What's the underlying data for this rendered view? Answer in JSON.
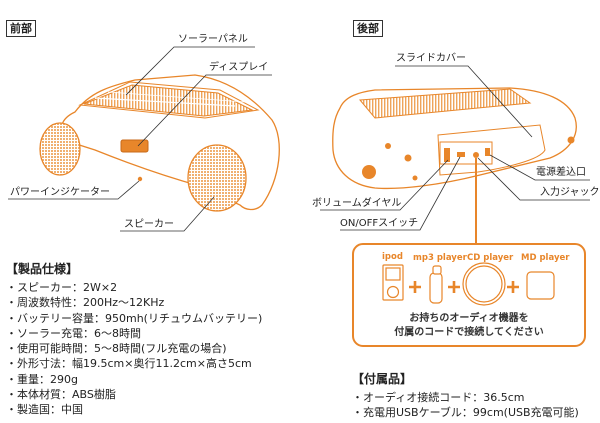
{
  "front": {
    "tag": "前部",
    "labels": {
      "solar_panel": "ソーラーパネル",
      "display": "ディスプレイ",
      "power_indicator": "パワーインジケーター",
      "speaker": "スピーカー"
    }
  },
  "back": {
    "tag": "後部",
    "labels": {
      "slide_cover": "スライドカバー",
      "power_inlet": "電源差込口",
      "input_jack": "入力ジャック",
      "volume_dial": "ボリュームダイヤル",
      "on_off_switch": "ON/OFFスイッチ"
    }
  },
  "compat_box": {
    "devices": [
      "ipod",
      "mp3 player",
      "CD player",
      "MD player"
    ],
    "plus": "+",
    "message_line1": "お持ちのオーディオ機器を",
    "message_line2": "付属のコードで接続してください"
  },
  "specs": {
    "title": "【製品仕様】",
    "items": [
      "・スピーカー：2W×2",
      "・周波数特性：200Hz〜12KHz",
      "・バッテリー容量：950mh(リチュウムバッテリー)",
      "・ソーラー充電：6〜8時間",
      "・使用可能時間：5〜8時間(フル充電の場合)",
      "・外形寸法：幅19.5cm×奥行11.2cm×高さ5cm",
      "・重量：290g",
      "・本体材質：ABS樹脂",
      "・製造国：中国"
    ]
  },
  "accessories": {
    "title": "【付属品】",
    "items": [
      "・オーディオ接続コード：36.5cm",
      "・充電用USBケーブル：99cm(USB充電可能)"
    ]
  },
  "colors": {
    "accent": "#e8862a",
    "line": "#333333"
  }
}
